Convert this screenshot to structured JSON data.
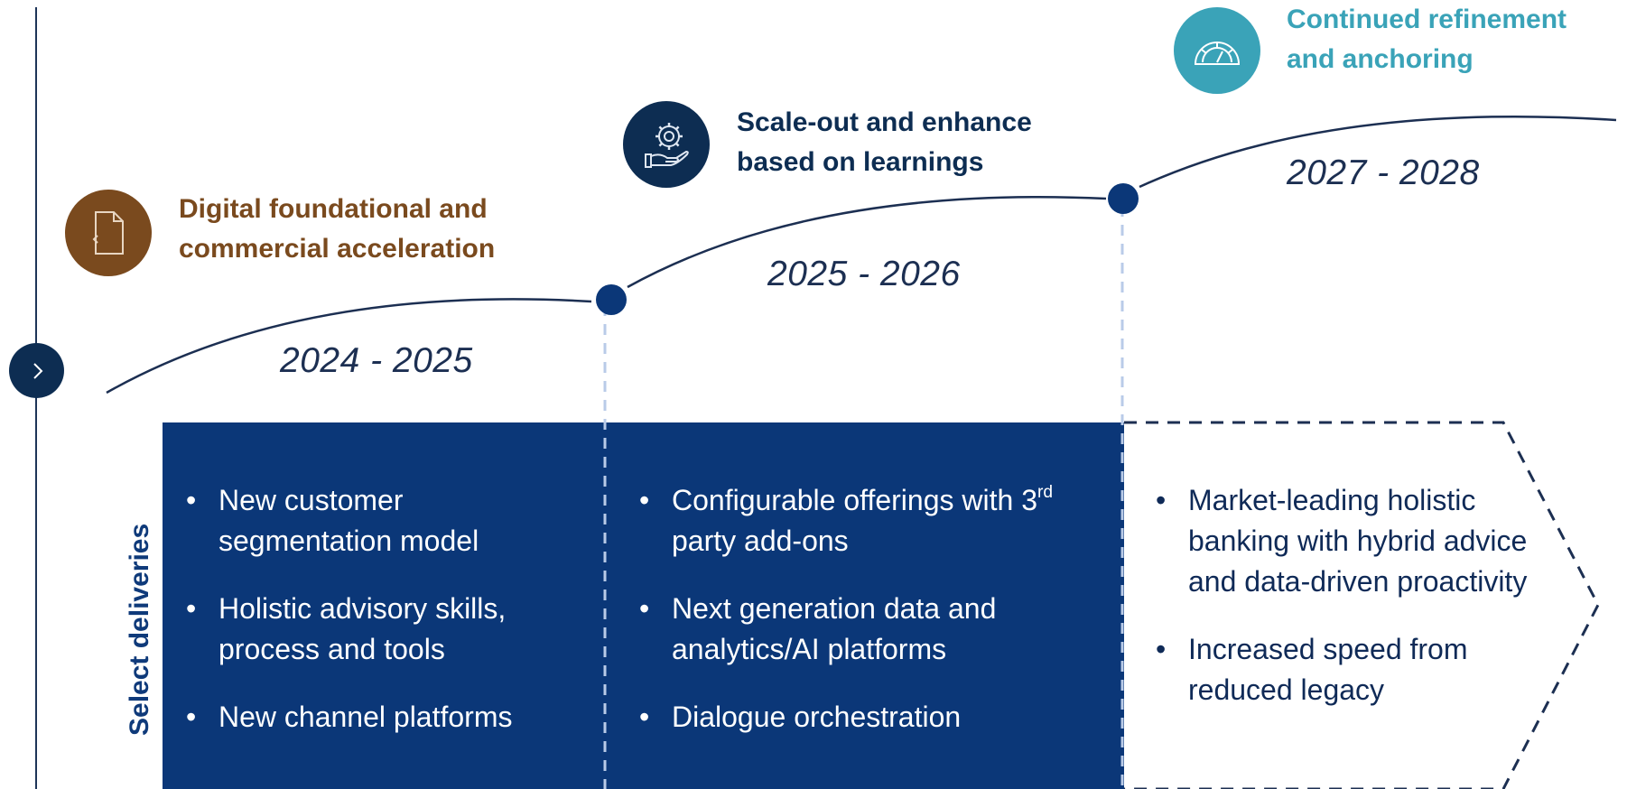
{
  "side_label": "Select deliveries",
  "colors": {
    "navy": "#0b3778",
    "dark_navy": "#0d2d52",
    "brown": "#7a4a1e",
    "teal": "#3aa3b8",
    "dashed_light": "#b9cbe8"
  },
  "phases": [
    {
      "title_lines": [
        "Digital foundational and",
        "commercial acceleration"
      ],
      "period": "2024 - 2025",
      "icon": "document-icon",
      "color": "#7a4a1e"
    },
    {
      "title_lines": [
        "Scale-out and enhance",
        "based on learnings"
      ],
      "period": "2025 - 2026",
      "icon": "gear-hand-icon",
      "color": "#0d2d52"
    },
    {
      "title_lines": [
        "Continued refinement",
        "and anchoring"
      ],
      "period": "2027 - 2028",
      "icon": "gauge-icon",
      "color": "#3aa3b8"
    }
  ],
  "deliveries": [
    {
      "items": [
        "New customer segmentation model",
        "Holistic advisory skills, process and tools",
        "New channel platforms"
      ]
    },
    {
      "items": [
        {
          "pre": "Configurable offerings with 3",
          "sup": "rd",
          "post": " party add-ons"
        },
        "Next generation data and analytics/AI platforms",
        "Dialogue orchestration"
      ]
    },
    {
      "items": [
        "Market-leading holistic banking with hybrid advice and data-driven proactivity",
        "Increased speed from reduced legacy"
      ]
    }
  ]
}
